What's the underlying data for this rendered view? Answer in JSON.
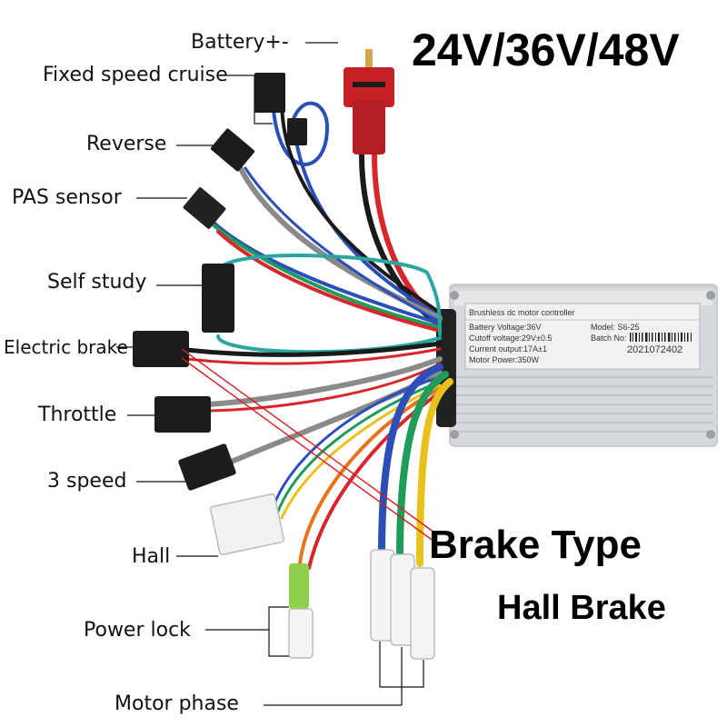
{
  "headline": "24V/36V/48V",
  "brake_type": "Brake Type",
  "brake_kind": "Hall Brake",
  "labels": {
    "battery": "Battery+-",
    "cruise": "Fixed speed cruise",
    "reverse": "Reverse",
    "pas": "PAS sensor",
    "self_study": "Self study",
    "brake": "Electric brake",
    "throttle": "Throttle",
    "speed3": "3 speed",
    "hall": "Hall",
    "power_lock": "Power lock",
    "motor_phase": "Motor phase"
  },
  "plate": {
    "title": "Brushless dc motor controller",
    "battery_voltage": "Battery Voltage:36V",
    "cutoff_voltage": "Cutoff voltage:29V±0.5",
    "current_output": "Current output:17A±1",
    "motor_power": "Motor Power:350W",
    "model": "Model: S6-25",
    "batch": "Batch No:",
    "batch_number": "2021072402"
  },
  "colors": {
    "red": "#d8262b",
    "black": "#1a1a1a",
    "blue": "#2a4fb8",
    "green": "#1f9b5a",
    "teal": "#2aa6a0",
    "yellow": "#e8c21a",
    "orange": "#e8731c",
    "gray": "#8a8a8a",
    "pointer_red": "#d62020"
  }
}
